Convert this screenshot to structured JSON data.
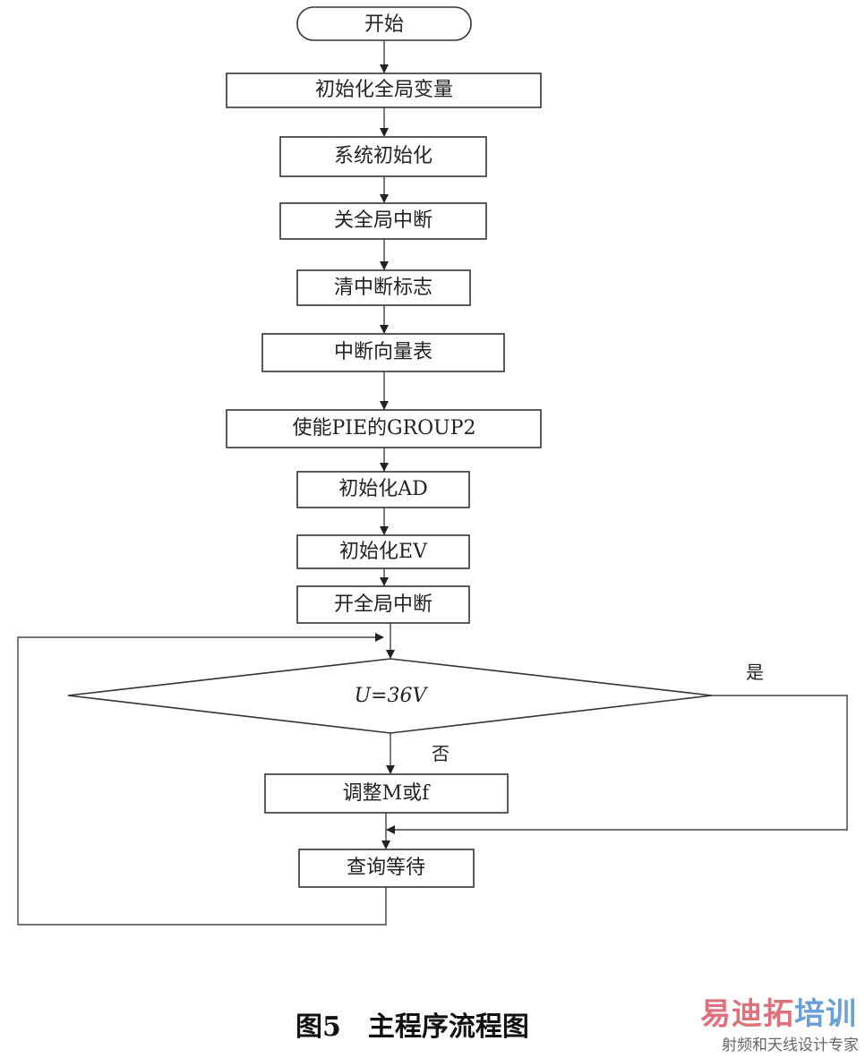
{
  "flowchart": {
    "start": "开始",
    "steps": [
      "初始化全局变量",
      "系统初始化",
      "关全局中断",
      "清中断标志",
      "中断向量表",
      "使能PIE的GROUP2",
      "初始化AD",
      "初始化EV",
      "开全局中断"
    ],
    "decision": "U=36V",
    "yes_label": "是",
    "no_label": "否",
    "adjust": "调整M或f",
    "wait": "查询等待"
  },
  "caption": "图5　主程序流程图",
  "watermark": {
    "brand_a": "易迪拓",
    "brand_b": "培训",
    "tagline": "射频和天线设计专家",
    "color_a": "#e0707a",
    "color_b": "#6a9fd8"
  }
}
